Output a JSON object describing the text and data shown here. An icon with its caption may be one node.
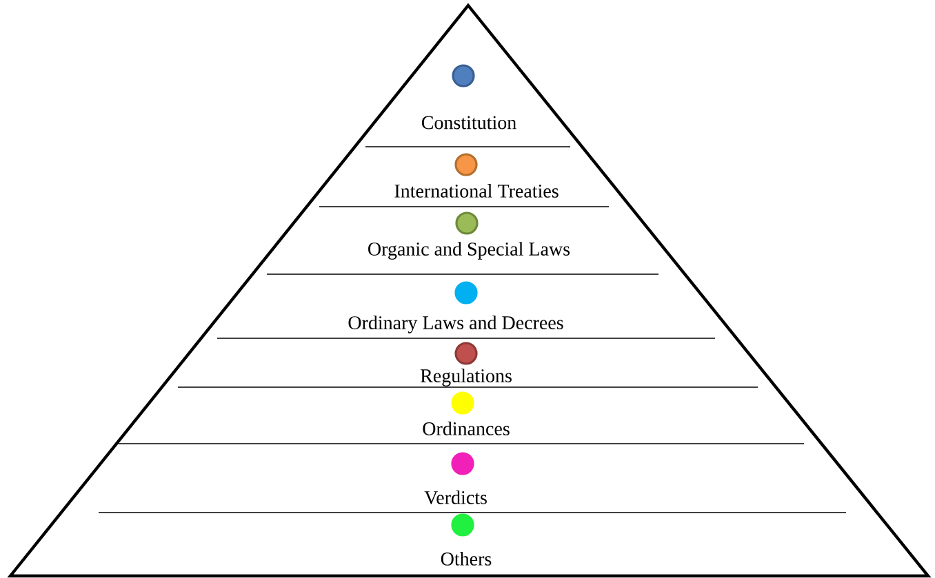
{
  "diagram": {
    "nodes": [
      {
        "text": [
          "Constitution"
        ]
      },
      {
        "text": [
          "International Treaties"
        ]
      },
      {
        "text": [
          "Organic and Special Laws"
        ]
      },
      {
        "text": [
          "Ordinary Laws and Decrees"
        ]
      },
      {
        "text": [
          "Regulations"
        ]
      },
      {
        "text": [
          "Ordinances"
        ]
      },
      {
        "text": [
          "Verdicts"
        ]
      },
      {
        "text": [
          "Others"
        ]
      }
    ]
  }
}
